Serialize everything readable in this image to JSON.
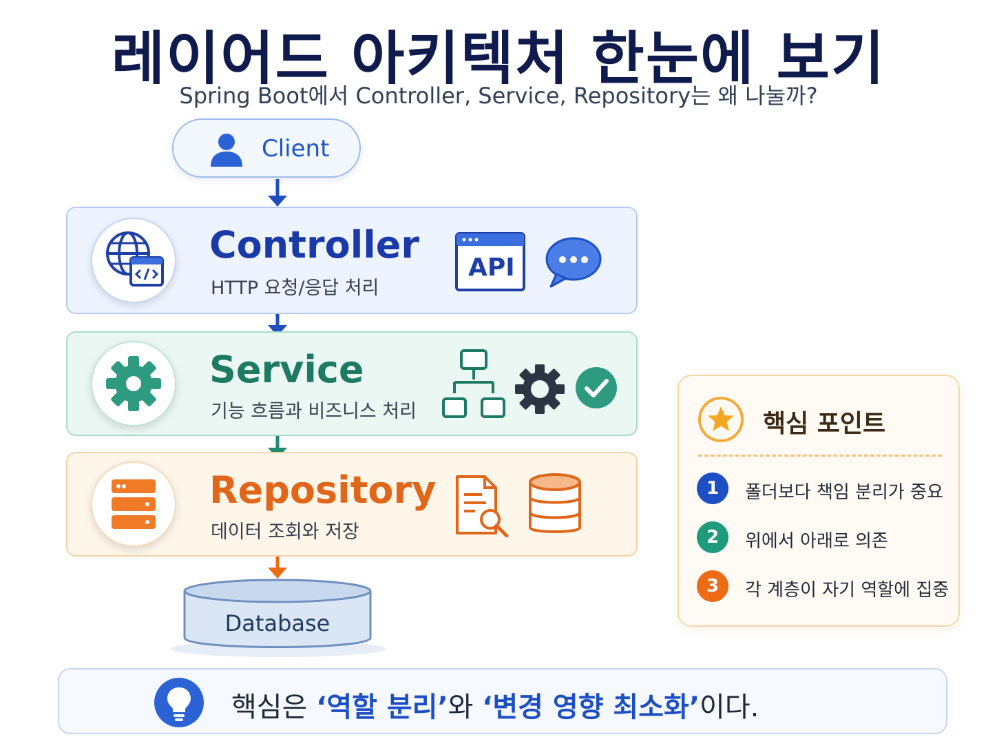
{
  "header": {
    "title": "레이어드 아키텍처 한눈에 보기",
    "subtitle": "Spring Boot에서 Controller, Service, Repository는 왜 나눌까?"
  },
  "client": {
    "label": "Client",
    "icon": "user-icon"
  },
  "layers": [
    {
      "name": "Controller",
      "desc": "HTTP 요청/응답 처리",
      "icons": [
        "web-code-icon",
        "api-window-icon",
        "chat-bubble-icon"
      ],
      "api_text": "API",
      "color": "#1a3aa8"
    },
    {
      "name": "Service",
      "desc": "기능 흐름과 비즈니스 처리",
      "icons": [
        "gear-icon",
        "flowchart-icon",
        "gear-icon",
        "check-circle-icon"
      ],
      "color": "#1e7a63"
    },
    {
      "name": "Repository",
      "desc": "데이터 조회와 저장",
      "icons": [
        "server-icon",
        "document-search-icon",
        "database-icon"
      ],
      "color": "#e0661a"
    }
  ],
  "database": {
    "label": "Database"
  },
  "key_points": {
    "title": "핵심 포인트",
    "icon": "star-icon",
    "items": [
      {
        "num": "1",
        "text": "폴더보다 책임 분리가 중요",
        "color": "#1d4fc4"
      },
      {
        "num": "2",
        "text": "위에서 아래로 의존",
        "color": "#1e9a7c"
      },
      {
        "num": "3",
        "text": "각 계층이 자기 역할에 집중",
        "color": "#ee6b16"
      }
    ]
  },
  "summary": {
    "icon": "lightbulb-icon",
    "prefix": "핵심은 ",
    "highlight1": "‘역할 분리’",
    "middle": "와 ",
    "highlight2": "‘변경 영향 최소화’",
    "suffix": "이다."
  }
}
